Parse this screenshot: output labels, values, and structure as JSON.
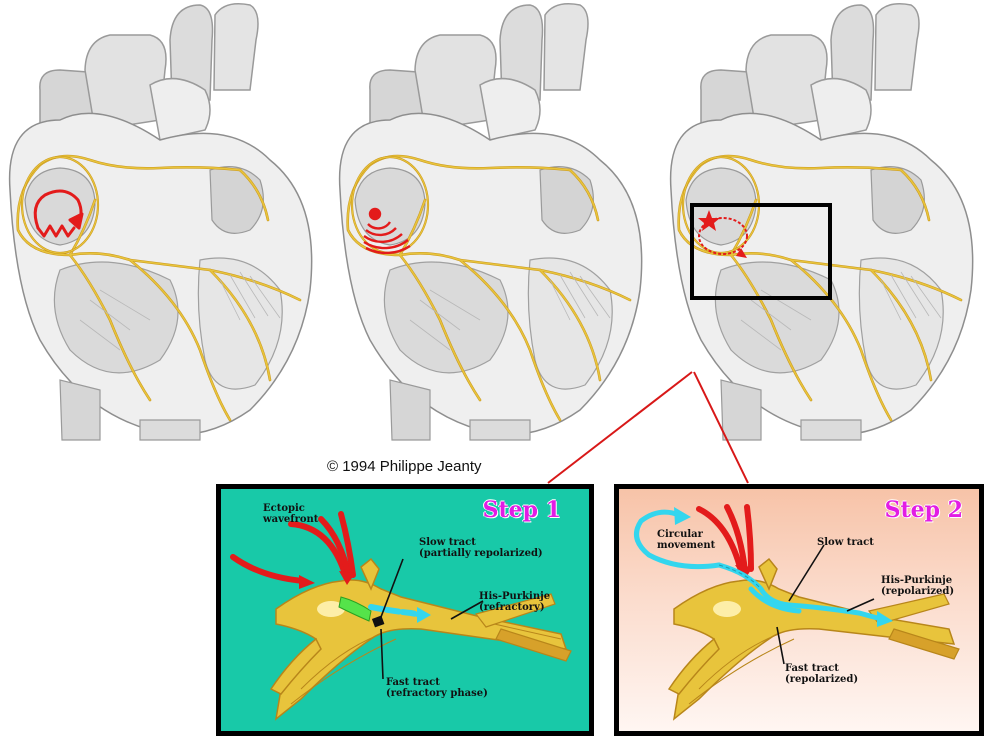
{
  "credit": "© 1994 Philippe Jeanty",
  "colors": {
    "pathway": "#e8c43c",
    "pathway_dark": "#c8951a",
    "reentry": "#e31b1b",
    "circular": "#33d6ee",
    "step_title": "#e21ce4",
    "step1_bg": "#18c9a8"
  },
  "step1": {
    "title": "Step 1",
    "labels": {
      "ectopic_line1": "Ectopic",
      "ectopic_line2": "wavefront",
      "slow_line1": "Slow tract",
      "slow_line2": "(partially repolarized)",
      "his_line1": "His-Purkinje",
      "his_line2": "(refractory)",
      "fast_line1": "Fast tract",
      "fast_line2": "(refractory phase)"
    }
  },
  "step2": {
    "title": "Step 2",
    "labels": {
      "circular_line1": "Circular",
      "circular_line2": "movement",
      "slow": "Slow tract",
      "his_line1": "His-Purkinje",
      "his_line2": "(repolarized)",
      "fast_line1": "Fast tract",
      "fast_line2": "(repolarized)"
    }
  }
}
